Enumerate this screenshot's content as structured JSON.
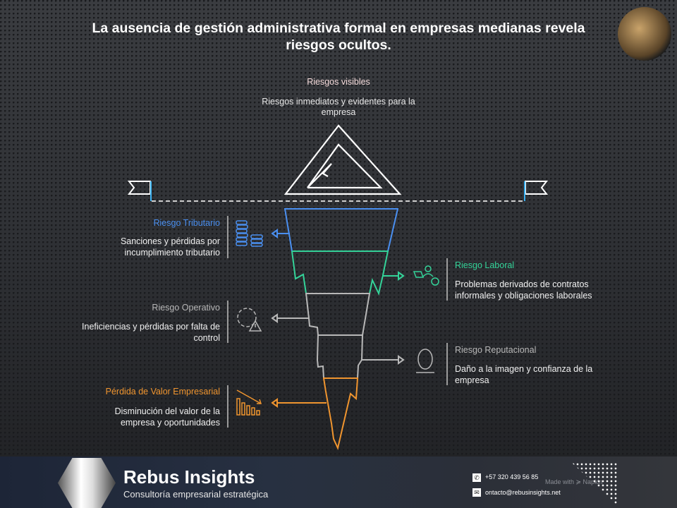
{
  "title": "La ausencia de gestión administrativa formal en empresas medianas revela riesgos ocultos.",
  "visible": {
    "title": "Riesgos visibles",
    "desc": "Riesgos inmediatos y evidentes para la empresa"
  },
  "risks": [
    {
      "title": "Riesgo Tributario",
      "desc": "Sanciones y pérdidas por incumplimiento tributario",
      "color": "#4a8ff0",
      "icon": "coins-stack-icon"
    },
    {
      "title": "Riesgo Laboral",
      "desc": "Problemas derivados de contratos informales y obligaciones laborales",
      "color": "#34d399",
      "icon": "people-exchange-icon"
    },
    {
      "title": "Riesgo Operativo",
      "desc": "Ineficiencias y pérdidas por falta de control",
      "color": "#b8b8b8",
      "icon": "gear-warning-icon"
    },
    {
      "title": "Riesgo Reputacional",
      "desc": "Daño a la imagen y confianza de la empresa",
      "color": "#b8b8b8",
      "icon": "mirror-icon"
    },
    {
      "title": "Pérdida de Valor Empresarial",
      "desc": "Disminución del valor de la empresa y oportunidades",
      "color": "#f0952f",
      "icon": "declining-chart-icon"
    }
  ],
  "footer": {
    "brand": "Rebus Insights",
    "tagline": "Consultoría empresarial estratégica",
    "phone": "+57 320 439 56 85",
    "email": "ontacto@rebusinsights.net",
    "made_with": "Made with ≽ Napkin"
  }
}
